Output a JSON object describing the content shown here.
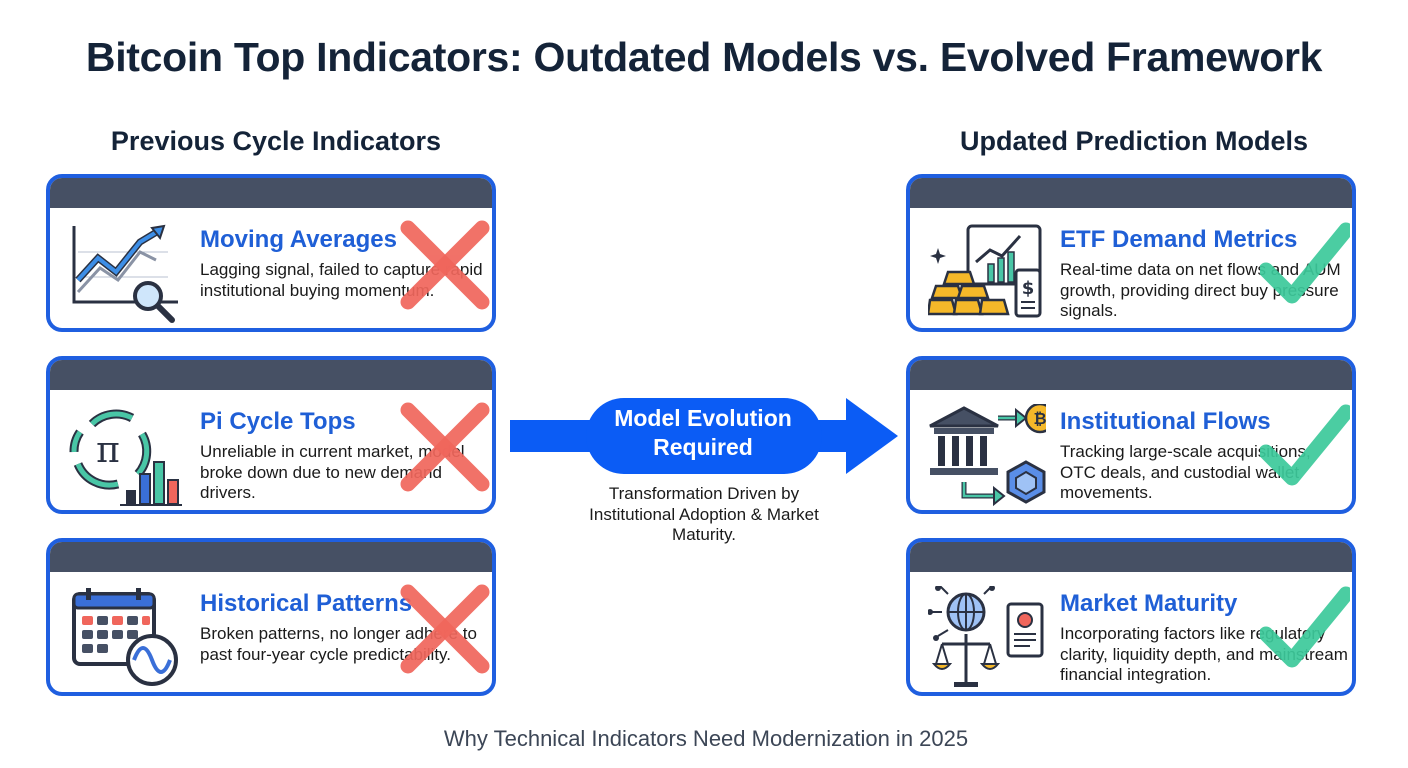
{
  "title": "Bitcoin Top Indicators: Outdated Models vs. Evolved Framework",
  "left_column": {
    "heading": "Previous Cycle Indicators",
    "cards": [
      {
        "title": "Moving Averages",
        "desc": "Lagging signal, failed to capture rapid institutional buying momentum.",
        "icon": "chart-magnifier-icon",
        "mark": "x-mark"
      },
      {
        "title": "Pi Cycle Tops",
        "desc": "Unreliable in current market, model broke down due to new demand drivers.",
        "icon": "pi-cycle-icon",
        "mark": "x-mark"
      },
      {
        "title": "Historical Patterns",
        "desc": "Broken patterns, no longer adhere to past four-year cycle predictability.",
        "icon": "calendar-wave-icon",
        "mark": "x-mark"
      }
    ]
  },
  "right_column": {
    "heading": "Updated Prediction Models",
    "cards": [
      {
        "title": "ETF Demand Metrics",
        "desc": "Real-time data on net flows and AUM growth, providing direct buy pressure signals.",
        "icon": "gold-bars-chart-icon",
        "mark": "check-mark"
      },
      {
        "title": "Institutional Flows",
        "desc": "Tracking large-scale acquisitions, OTC deals, and custodial wallet movements.",
        "icon": "bank-bitcoin-icon",
        "mark": "check-mark"
      },
      {
        "title": "Market Maturity",
        "desc": "Incorporating factors like regulatory clarity, liquidity depth, and mainstream financial integration.",
        "icon": "globe-scales-icon",
        "mark": "check-mark"
      }
    ]
  },
  "center": {
    "label_line1": "Model Evolution",
    "label_line2": "Required",
    "desc": "Transformation Driven by Institutional Adoption & Market Maturity."
  },
  "footer": "Why Technical Indicators Need Modernization in 2025",
  "colors": {
    "accent_blue": "#1f5fe0",
    "card_bar": "#465064",
    "x_red": "#f0665c",
    "check_green": "#3cc99a",
    "arrow_blue": "#0b5cf5"
  }
}
